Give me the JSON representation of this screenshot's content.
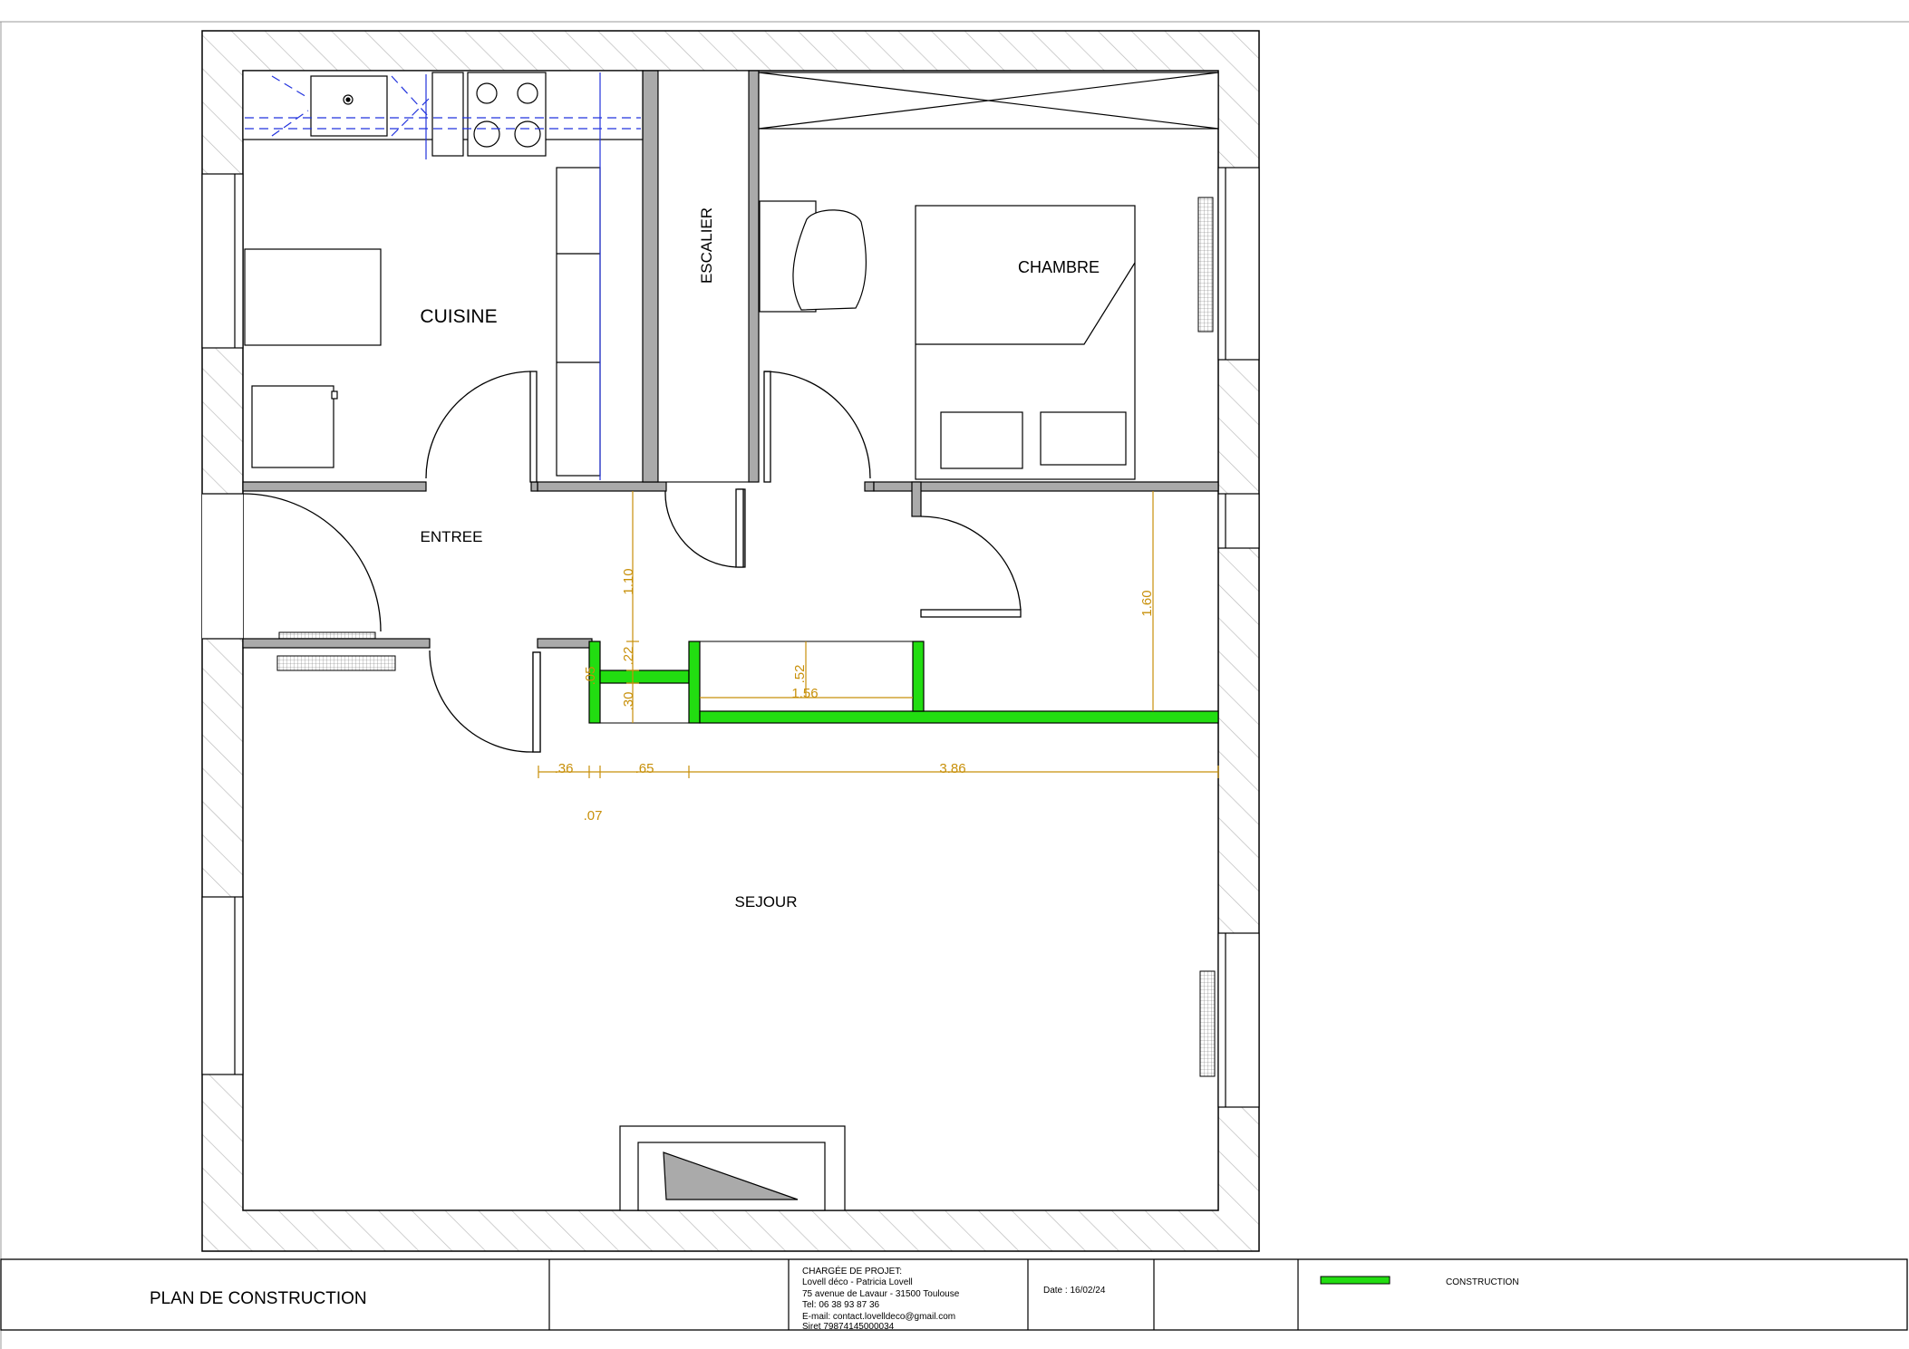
{
  "rooms": {
    "cuisine": "CUISINE",
    "escalier": "ESCALIER",
    "chambre": "CHAMBRE",
    "entree": "ENTREE",
    "sejour": "SEJOUR"
  },
  "dimensions": {
    "d_110": "1.10",
    "d_160": "1.60",
    "d_22": ".22",
    "d_30": ".30",
    "d_05": ".05",
    "d_52": ".52",
    "d_156": "1.56",
    "d_36": ".36",
    "d_65": ".65",
    "d_386": "3.86",
    "d_07": ".07"
  },
  "title_block": {
    "title": "PLAN DE CONSTRUCTION",
    "manager_heading": "CHARGÉE DE PROJET:",
    "manager_name": "Lovell déco - Patricia Lovell",
    "address": "75 avenue de Lavaur - 31500 Toulouse",
    "tel": "Tel: 06 38 93 87 36",
    "email": "E-mail: contact.lovelldeco@gmail.com",
    "siret": "Siret 79874145000034",
    "date": "Date : 16/02/24"
  },
  "legend": {
    "construction_label": "CONSTRUCTION",
    "construction_color": "#22dd11"
  },
  "colors": {
    "dimension": "#c8900a",
    "kitchen_lines": "#2233dd",
    "wall_fill": "#aaaaaa"
  }
}
